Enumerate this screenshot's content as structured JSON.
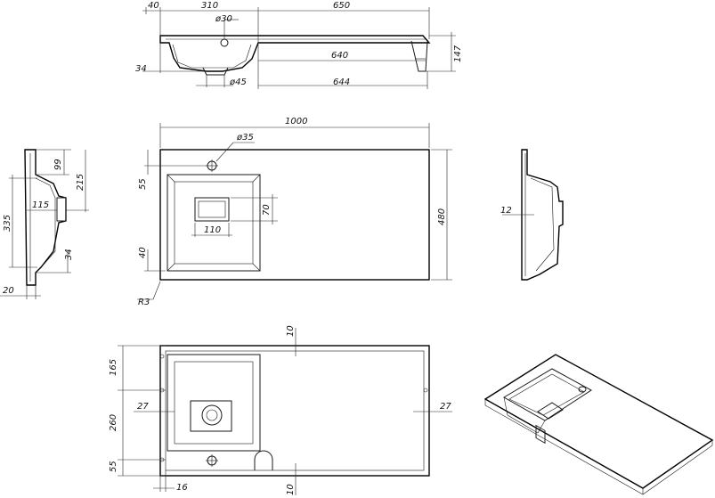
{
  "top_view": {
    "dim_40": "40",
    "dim_310": "310",
    "dim_650": "650",
    "dim_d30": "ø30",
    "dim_640": "640",
    "dim_34": "34",
    "dim_147": "147",
    "dim_d45": "ø45",
    "dim_644": "644"
  },
  "plan_view": {
    "dim_1000": "1000",
    "dim_d35": "ø35",
    "dim_55": "55",
    "dim_70": "70",
    "dim_110": "110",
    "dim_480": "480",
    "dim_40": "40",
    "dim_r3": "R3"
  },
  "left_view": {
    "dim_99": "99",
    "dim_215": "215",
    "dim_115": "115",
    "dim_335": "335",
    "dim_34": "34",
    "dim_20": "20"
  },
  "right_view": {
    "dim_12": "12"
  },
  "bottom_view": {
    "dim_10_top": "10",
    "dim_165": "165",
    "dim_27_left": "27",
    "dim_27_right": "27",
    "dim_260": "260",
    "dim_55": "55",
    "dim_16": "16",
    "dim_10_bottom": "10"
  }
}
